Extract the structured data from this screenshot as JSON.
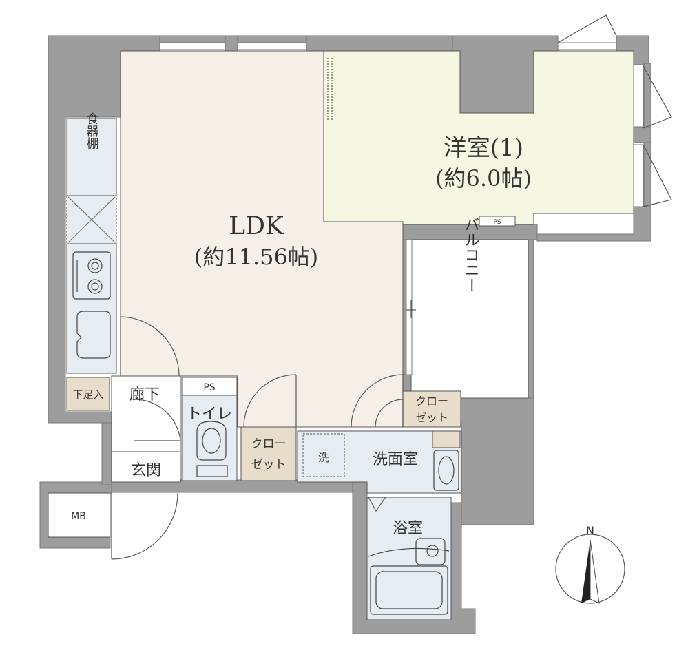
{
  "colors": {
    "wall": "#9d9d9d",
    "wall_edge": "#777777",
    "ldk_floor": "#f6efe7",
    "bedroom_floor": "#f5f7e3",
    "wet_floor": "#e5ecf2",
    "storage_floor": "#e8dccb",
    "hall_floor": "#ffffff",
    "balcony_floor": "#ffffff",
    "line": "#555555",
    "text": "#333333"
  },
  "rooms": {
    "ldk": {
      "name": "LDK",
      "area": "(約11.56帖)"
    },
    "bedroom": {
      "name": "洋室(1)",
      "area": "(約6.0帖)"
    },
    "balcony": {
      "label": "バルコニー"
    },
    "pantry": {
      "label": "食器棚"
    },
    "hallway": {
      "label": "廊下"
    },
    "entrance": {
      "label": "玄関"
    },
    "shoe_box": {
      "label": "下足入"
    },
    "ps_upper": {
      "label": "PS"
    },
    "ps_small": {
      "label": "PS"
    },
    "toilet": {
      "label": "トイレ"
    },
    "closet_left": {
      "line1": "クロー",
      "line2": "ゼット"
    },
    "closet_right": {
      "line1": "クロー",
      "line2": "ゼット"
    },
    "washroom": {
      "label": "洗面室"
    },
    "washer": {
      "label": "洗"
    },
    "bathroom": {
      "label": "浴室"
    },
    "mb": {
      "label": "MB"
    }
  },
  "compass": {
    "label": "N"
  }
}
